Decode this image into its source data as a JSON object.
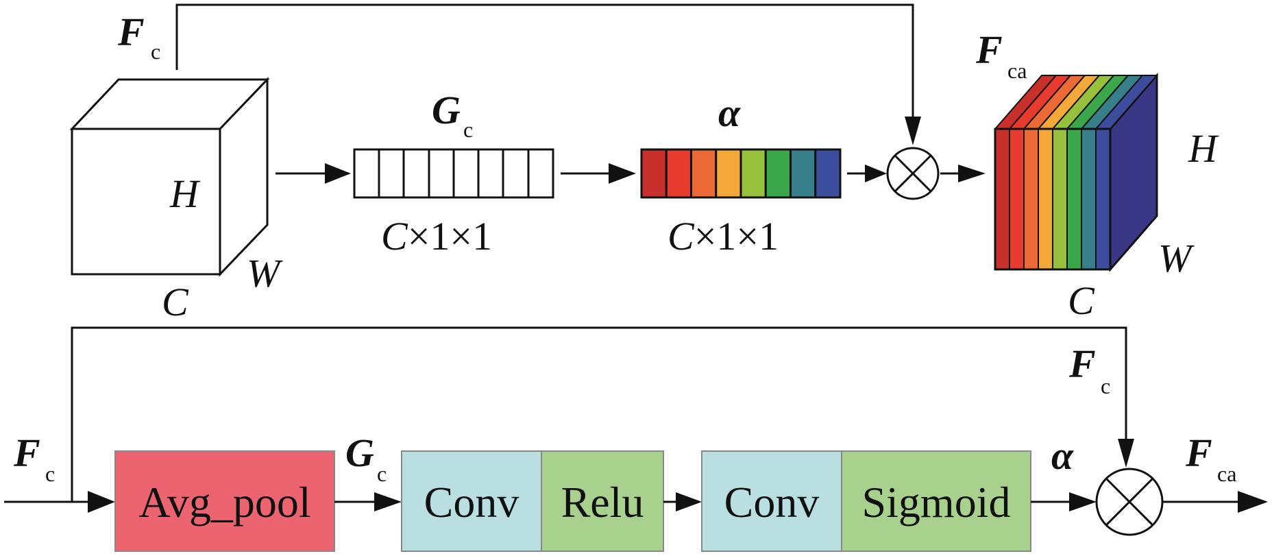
{
  "top": {
    "input_symbol": "F",
    "input_sub": "c",
    "gc_symbol": "G",
    "gc_sub": "c",
    "alpha_symbol": "α",
    "output_symbol": "F",
    "output_sub": "ca",
    "cube_h": "H",
    "cube_w": "W",
    "cube_c": "C",
    "gc_dim_c": "C",
    "gc_dim_rest": "×1×1",
    "alpha_dim_c": "C",
    "alpha_dim_rest": "×1×1",
    "out_h": "H",
    "out_w": "W",
    "out_c": "C",
    "rainbow_colors": [
      "#c8302c",
      "#e63b2e",
      "#ec6a35",
      "#f5a83a",
      "#97c13d",
      "#3aa84a",
      "#377f8a",
      "#3b4d9c"
    ],
    "out_side_color": "#3a3787"
  },
  "bottom": {
    "input_symbol": "F",
    "input_sub": "c",
    "avg_pool_label": "Avg_pool",
    "avg_pool_color": "#ec6470",
    "gc_symbol": "G",
    "gc_sub": "c",
    "conv1_label": "Conv",
    "relu_label": "Relu",
    "conv2_label": "Conv",
    "sigmoid_label": "Sigmoid",
    "conv_color": "#b9dfe0",
    "act_color": "#a9d18e",
    "alpha_symbol": "α",
    "skip_symbol": "F",
    "skip_sub": "c",
    "output_symbol": "F",
    "output_sub": "ca"
  }
}
